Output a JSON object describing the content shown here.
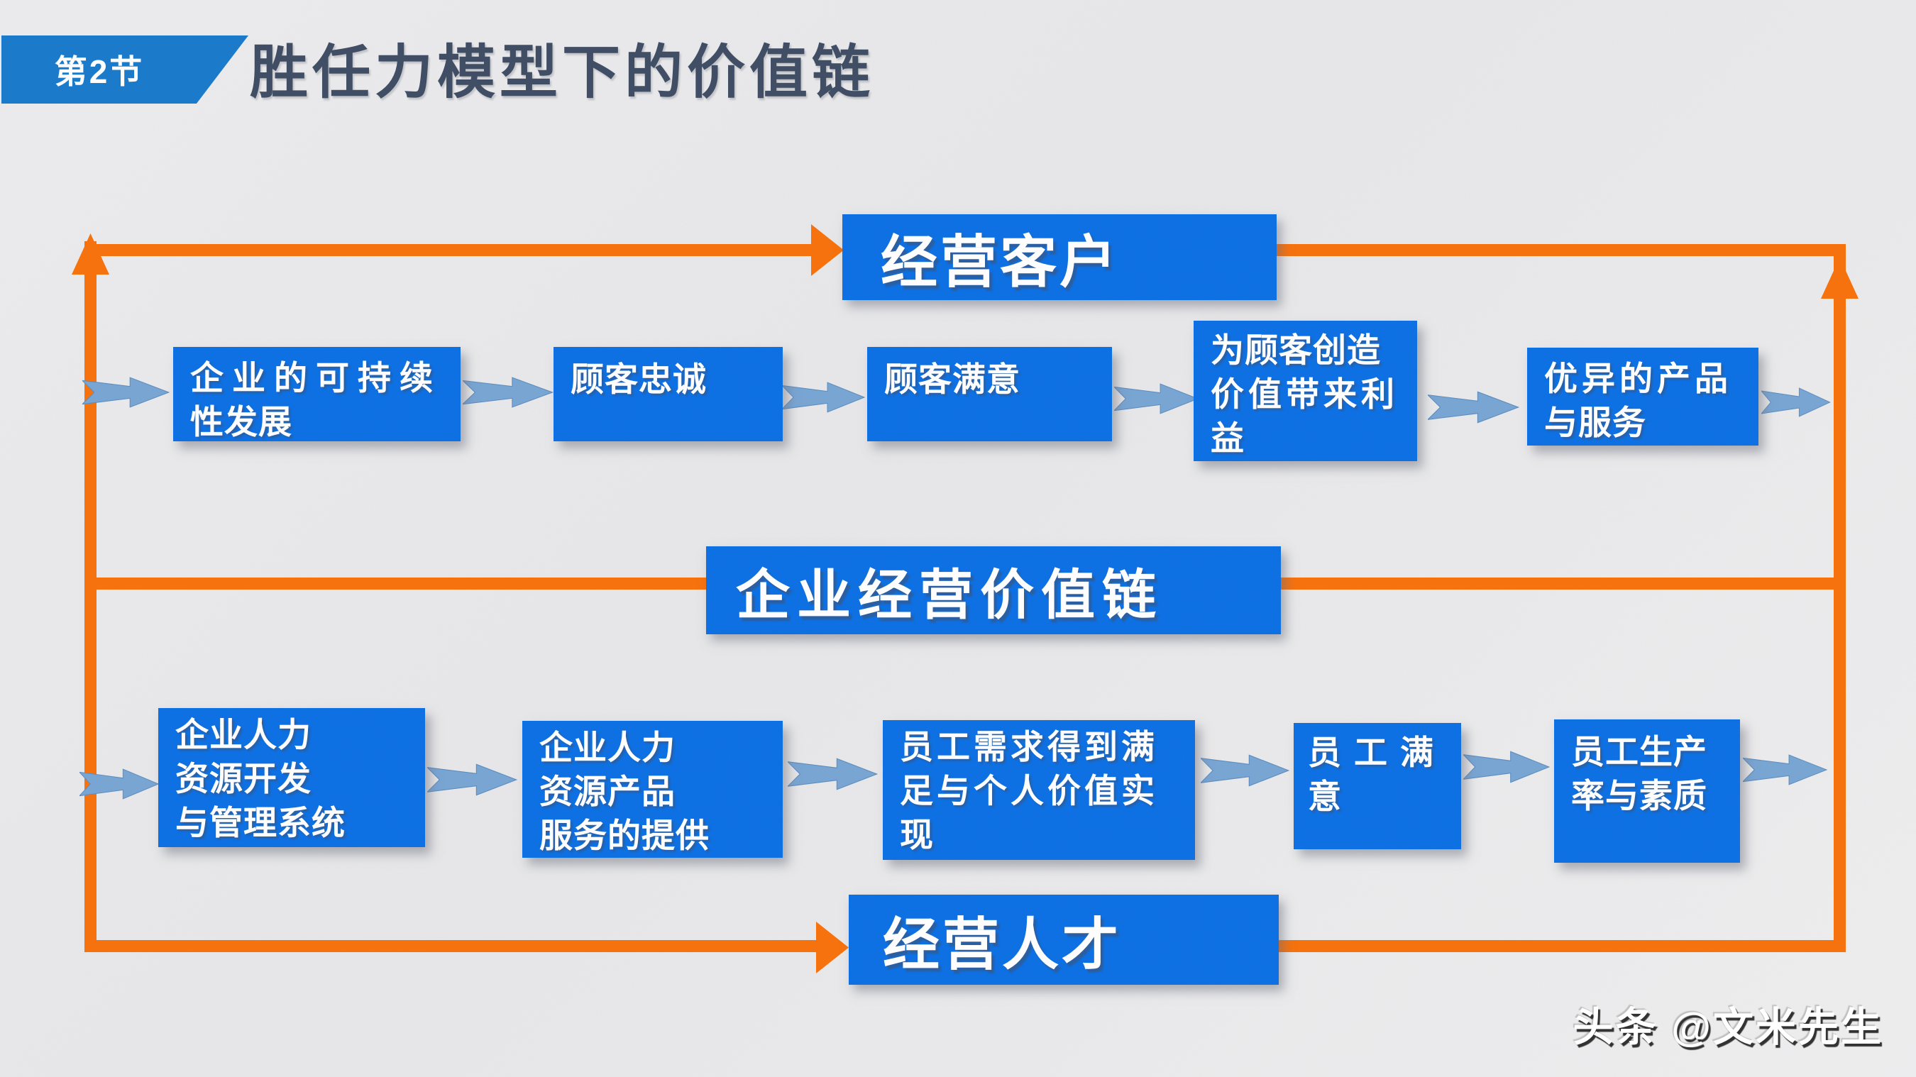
{
  "badge": {
    "label": "第2节"
  },
  "header": {
    "title": "胜任力模型下的价值链"
  },
  "loop": {
    "top_label": "经营客户",
    "middle_label": "企业经营价值链",
    "bottom_label": "经营人才"
  },
  "customer_chain": {
    "boxes": [
      {
        "lines": [
          "企业的可持续",
          "性发展"
        ]
      },
      {
        "lines": [
          "顾客忠诚"
        ]
      },
      {
        "lines": [
          "顾客满意"
        ]
      },
      {
        "lines": [
          "为顾客创造",
          "价值带来利",
          "益"
        ]
      },
      {
        "lines": [
          "优异的产品",
          "与服务"
        ]
      }
    ]
  },
  "hr_chain": {
    "boxes": [
      {
        "lines": [
          "企业人力",
          "资源开发",
          "与管理系统"
        ]
      },
      {
        "lines": [
          "企业人力",
          "资源产品",
          "服务的提供"
        ]
      },
      {
        "lines": [
          "员工需求得到满",
          "足与个人价值实",
          "现"
        ]
      },
      {
        "lines": [
          "员工满",
          "意"
        ]
      },
      {
        "lines": [
          "员工生产",
          "率与素质"
        ]
      }
    ]
  },
  "watermark": {
    "text": "头条 @文米先生"
  },
  "colors": {
    "box_blue": "#0a6fe4",
    "badge_blue": "#1879cb",
    "loop_orange": "#f8710a",
    "flow_arrow_blue": "#78a5d4",
    "title_color": "#3e4c63",
    "background": "#e9e9ea"
  }
}
